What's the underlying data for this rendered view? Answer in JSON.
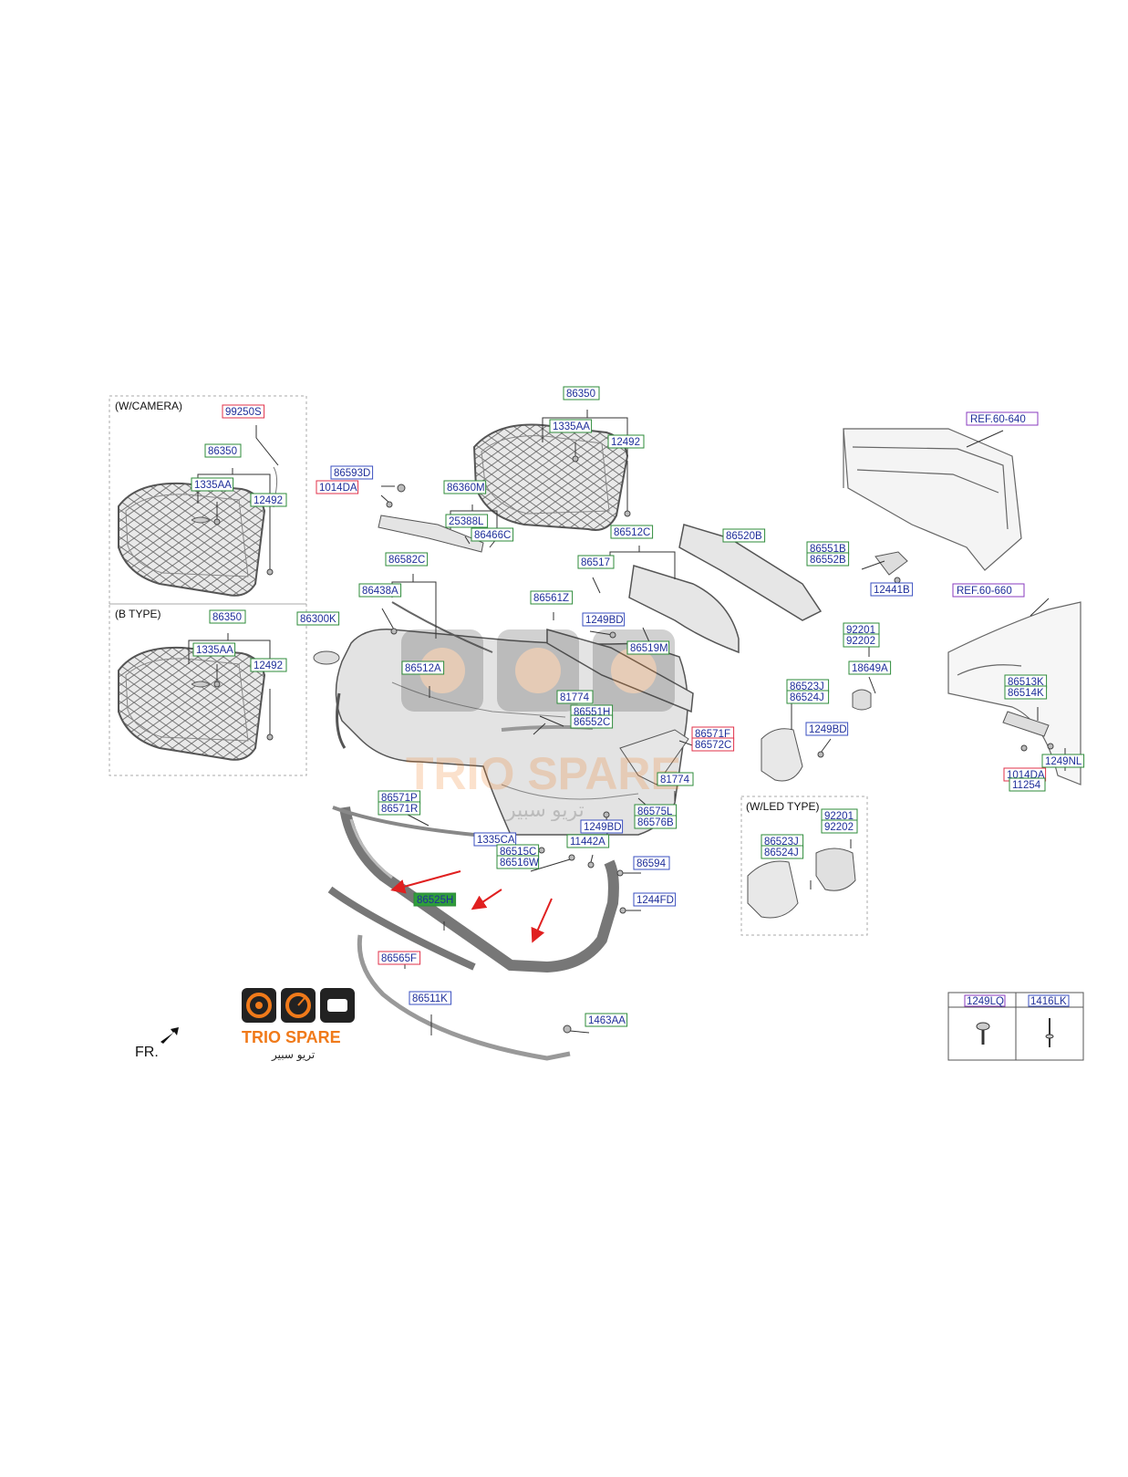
{
  "sections": {
    "camera": "(W/CAMERA)",
    "btype": "(B TYPE)",
    "ledtype": "(W/LED TYPE)"
  },
  "refs": {
    "ref1": "REF.60-640",
    "ref2": "REF.60-660"
  },
  "direction": "FR.",
  "logo": {
    "name": "TRIO SPARE",
    "arabic": "تريو سبير"
  },
  "watermark": {
    "name": "TRIO SPARE",
    "arabic": "تريو سبير"
  },
  "legend": {
    "left": "1249LQ",
    "right": "1416LK"
  },
  "parts": {
    "c_99250S": "99250S",
    "c_86350": "86350",
    "c_1335AA": "1335AA",
    "c_12492": "12492",
    "b_86350": "86350",
    "b_1335AA": "1335AA",
    "b_12492": "12492",
    "t_86350": "86350",
    "t_1335AA": "1335AA",
    "t_12492": "12492",
    "p_86593D": "86593D",
    "p_1014DA": "1014DA",
    "p_86360M": "86360M",
    "p_25388L": "25388L",
    "p_86466C": "86466C",
    "p_86582C": "86582C",
    "p_86438A": "86438A",
    "p_86300K": "86300K",
    "p_86512A": "86512A",
    "p_86512C": "86512C",
    "p_86517": "86517",
    "p_86520B": "86520B",
    "p_86561Z": "86561Z",
    "p_1249BD_a": "1249BD",
    "p_86519M": "86519M",
    "p_81774_a": "81774",
    "p_86551H": "86551H",
    "p_86552C": "86552C",
    "p_86551B": "86551B",
    "p_86552B": "86552B",
    "p_12441B": "12441B",
    "p_92201": "92201",
    "p_92202": "92202",
    "p_18649A": "18649A",
    "p_86523J": "86523J",
    "p_86524J": "86524J",
    "p_1249BD_b": "1249BD",
    "p_86571F": "86571F",
    "p_86572C": "86572C",
    "p_81774_b": "81774",
    "p_86575L": "86575L",
    "p_86576B": "86576B",
    "p_1249BD_c": "1249BD",
    "p_86571P": "86571P",
    "p_86571R": "86571R",
    "p_1335CA": "1335CA",
    "p_86515C": "86515C",
    "p_86516W": "86516W",
    "p_11442A": "11442A",
    "p_86594": "86594",
    "p_1244FD": "1244FD",
    "p_86525H": "86525H",
    "p_86565F": "86565F",
    "p_86511K": "86511K",
    "p_1463AA": "1463AA",
    "p_86513K": "86513K",
    "p_86514K": "86514K",
    "p_1249NL": "1249NL",
    "p_1014DA_b": "1014DA",
    "p_11254": "11254",
    "l_86523J": "86523J",
    "l_86524J": "86524J",
    "l_92201": "92201",
    "l_92202": "92202"
  },
  "colors": {
    "label_text": "#1f2f9a",
    "box_green": "#2e8b3a",
    "box_blue": "#3a4fc0",
    "box_red": "#e0314a",
    "box_purple": "#8a3bbf",
    "highlight_fill": "#2f9e3a",
    "arrow": "#e02020",
    "brand_orange": "#f07a1a"
  }
}
